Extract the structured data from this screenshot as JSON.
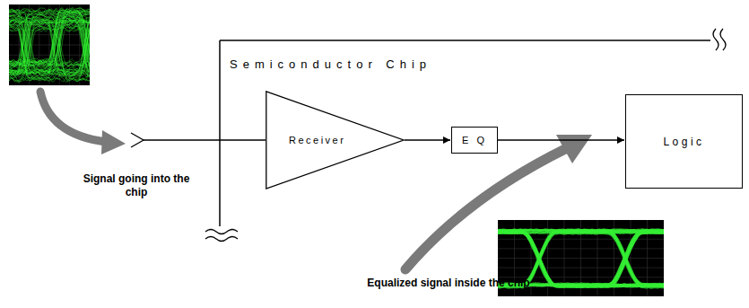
{
  "diagram": {
    "nodes": [
      {
        "text": [
          "Receiver"
        ]
      },
      {
        "text": [
          "E Q"
        ]
      },
      {
        "text": [
          "Logic"
        ]
      }
    ],
    "edges": [
      {
        "from": 0,
        "to": 1,
        "arrow": "to"
      },
      {
        "from": 1,
        "to": 2,
        "arrow": "to"
      }
    ],
    "labels": [
      "Semiconductor Chip",
      "Signal going into the chip",
      "Equalized signal inside the chip"
    ]
  }
}
